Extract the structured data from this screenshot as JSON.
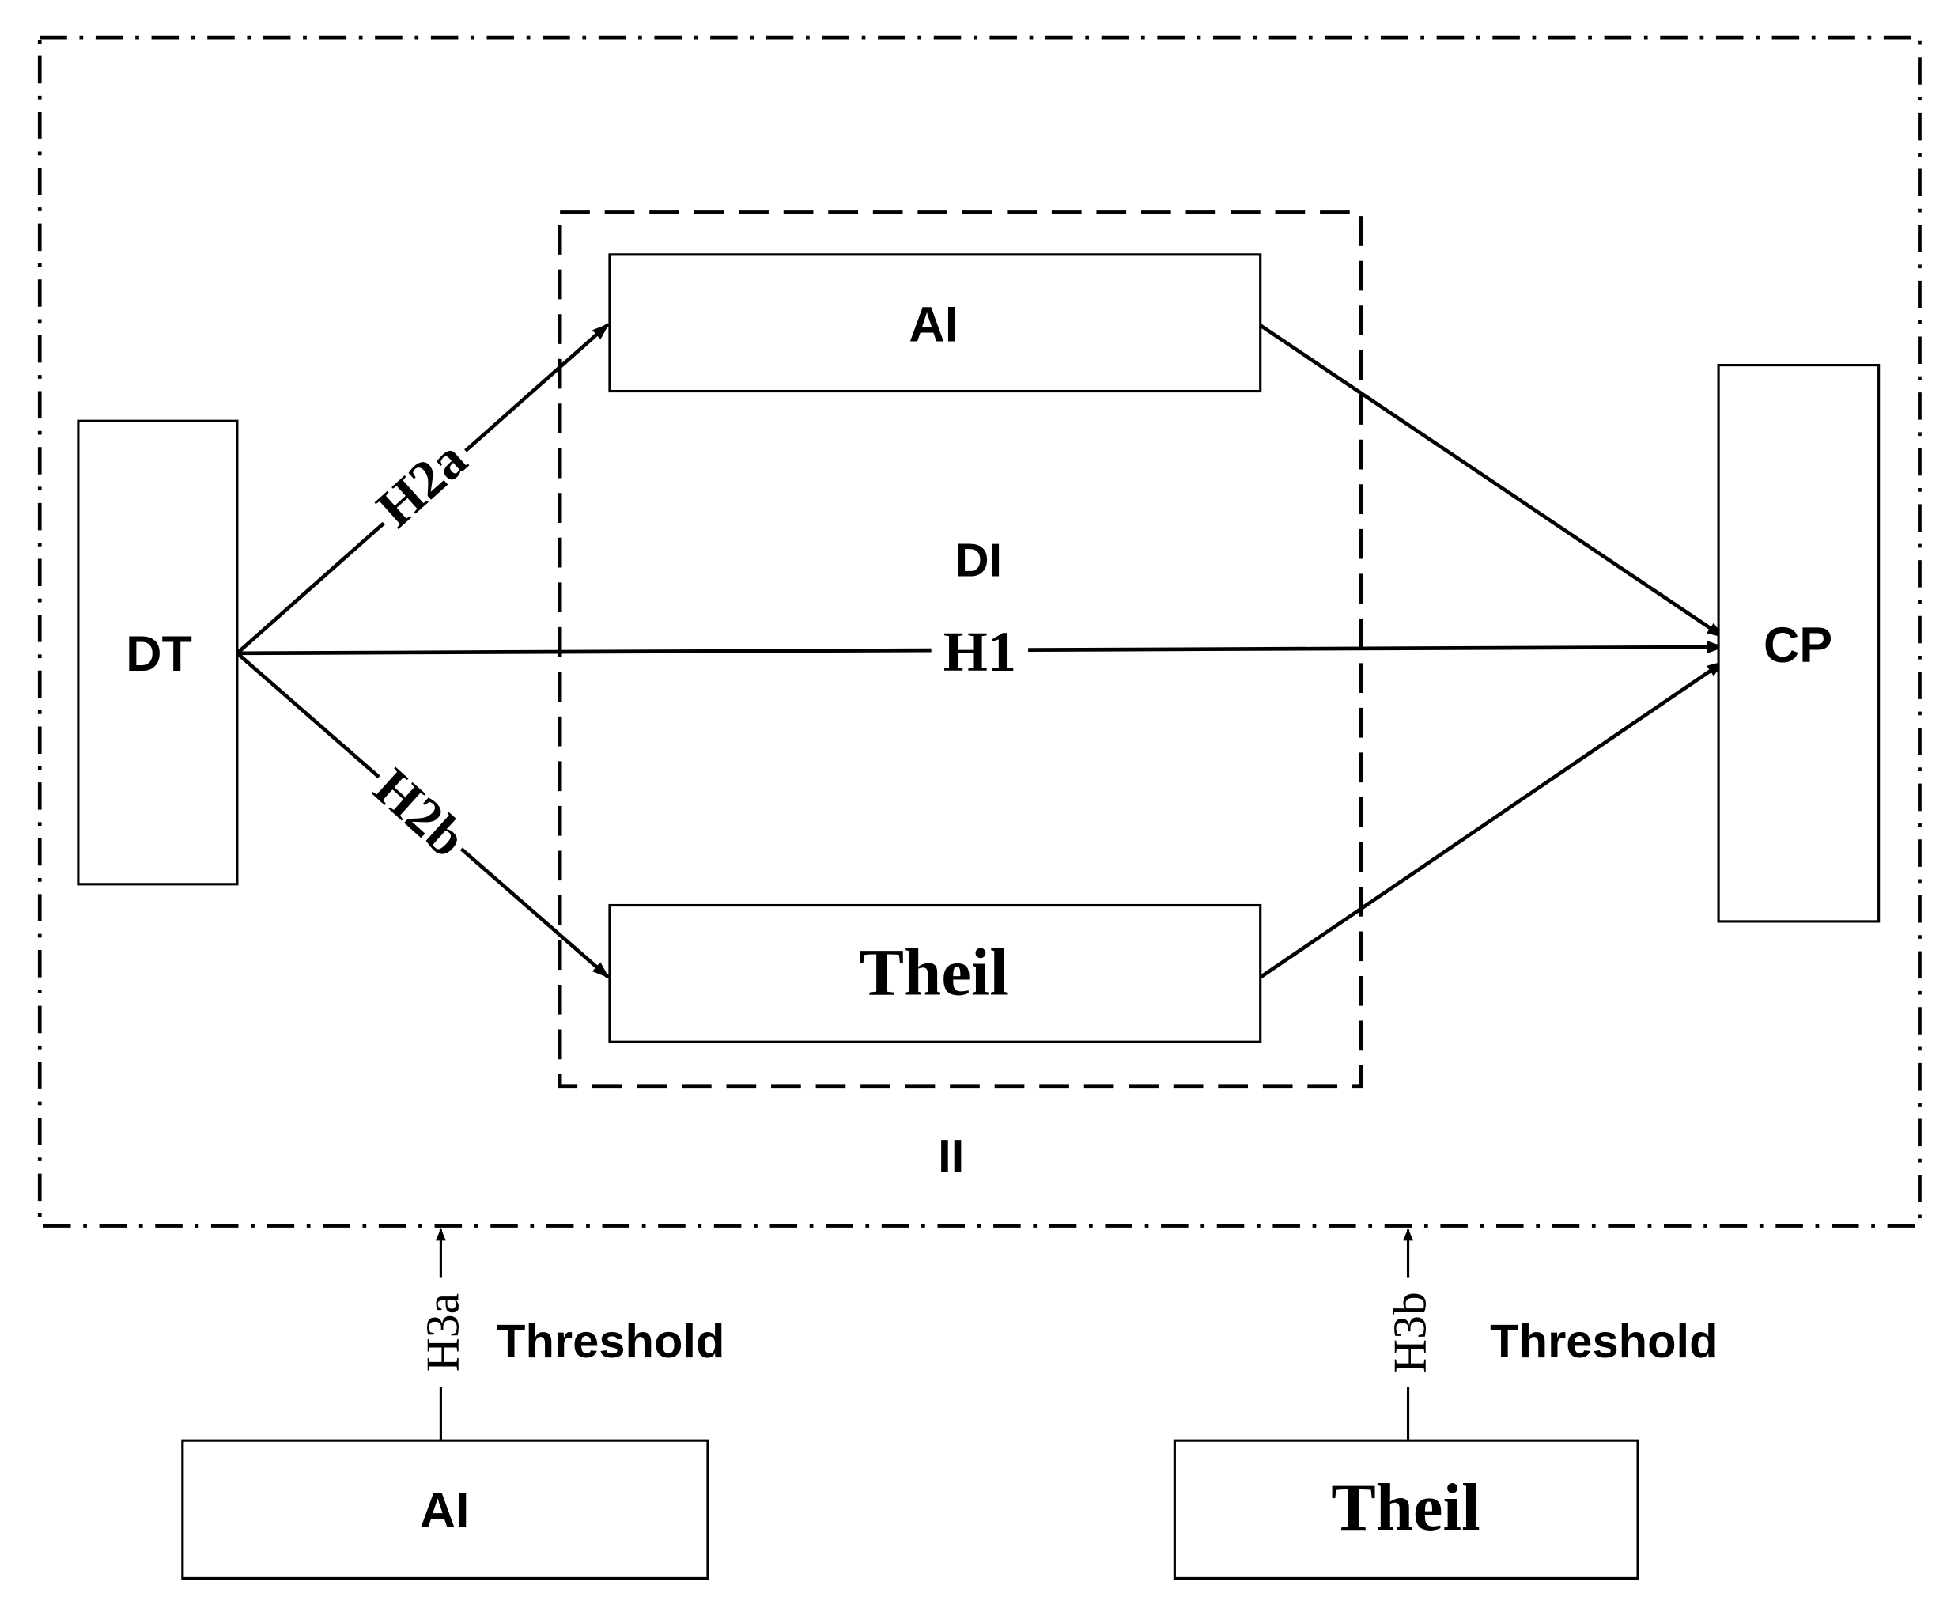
{
  "nodes": {
    "dt": "DT",
    "cp": "CP",
    "ai_mediator": "AI",
    "theil_mediator": "Theil",
    "ai_threshold": "AI",
    "theil_threshold": "Theil"
  },
  "groups": {
    "di": "DI",
    "ii": "II"
  },
  "paths": {
    "h1": "H1",
    "h2a": "H2a",
    "h2b": "H2b",
    "h3a": "H3a",
    "h3b": "H3b"
  },
  "threshold": {
    "left": "Threshold",
    "right": "Threshold"
  }
}
